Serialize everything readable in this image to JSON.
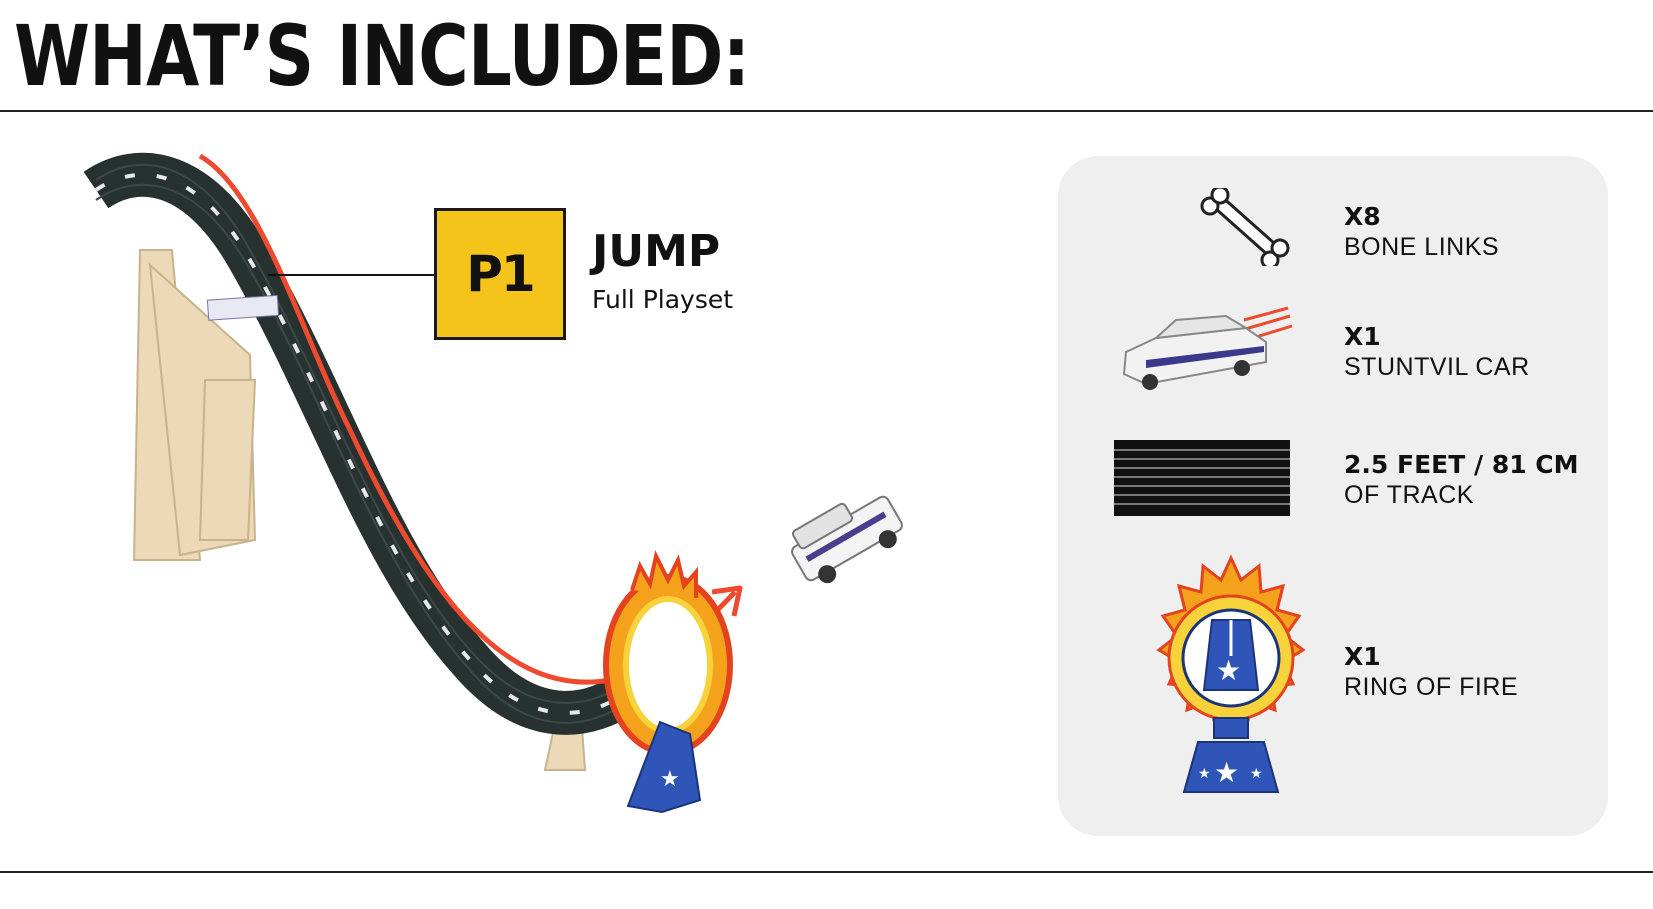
{
  "header": {
    "title": "WHAT’S INCLUDED:"
  },
  "playset": {
    "badge": "P1",
    "name": "JUMP",
    "subtitle": "Full Playset"
  },
  "items": [
    {
      "icon": "bone-link-icon",
      "qty": "X8",
      "label": "BONE LINKS"
    },
    {
      "icon": "stunt-car-icon",
      "qty": "X1",
      "label": "STUNTVIL CAR"
    },
    {
      "icon": "track-piece-icon",
      "qty": "2.5 FEET / 81 CM",
      "label": "OF TRACK"
    },
    {
      "icon": "ring-of-fire-icon",
      "qty": "X1",
      "label": "RING OF FIRE"
    }
  ],
  "colors": {
    "badge": "#f4c41a",
    "track": "#263130",
    "arrow": "#ee4a2f",
    "panel": "#efefef",
    "flame": "#f4a21c",
    "ring_blue": "#2f55b8"
  }
}
